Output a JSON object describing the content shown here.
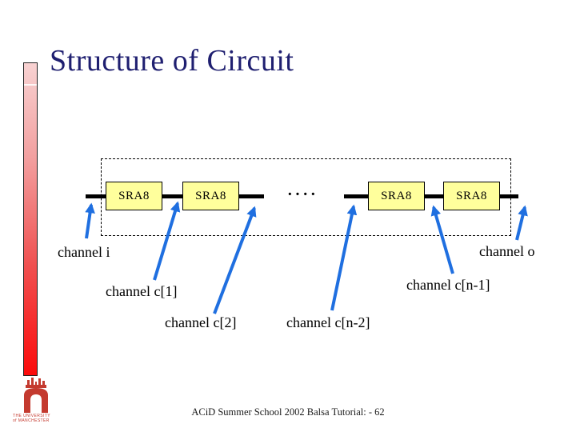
{
  "slide": {
    "title": "Structure of Circuit",
    "footer": "ACiD Summer School 2002 Balsa Tutorial: - 62"
  },
  "diagram": {
    "blocks": [
      "SRA8",
      "SRA8",
      "SRA8",
      "SRA8"
    ],
    "ellipsis": "····",
    "labels": {
      "channel_i": "channel i",
      "channel_c1": "channel c[1]",
      "channel_c2": "channel c[2]",
      "channel_cn2": "channel c[n-2]",
      "channel_cn1": "channel c[n-1]",
      "channel_o": "channel o"
    }
  },
  "logo": {
    "line1": "THE UNIVERSITY",
    "line2": "of MANCHESTER"
  },
  "colors": {
    "title_navy": "#1f1f70",
    "arrow_blue": "#1f6fe0",
    "block_fill": "#ffff9c",
    "bar_red": "#fb0b0b",
    "logo_red": "#c43a2f"
  }
}
